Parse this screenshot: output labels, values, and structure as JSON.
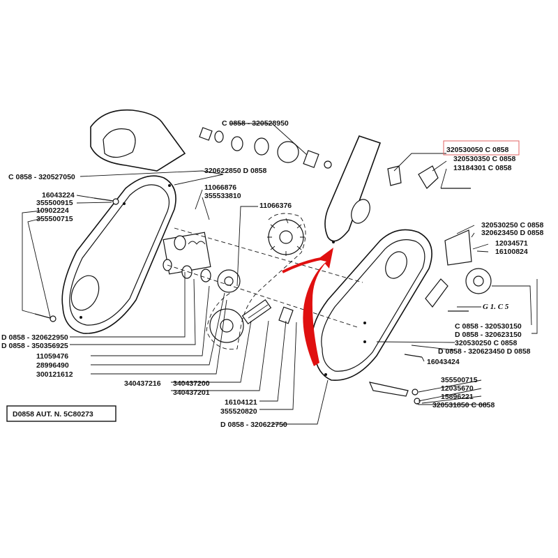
{
  "labels": [
    {
      "id": "l01",
      "text": "C 0858 - 320528950"
    },
    {
      "id": "l02",
      "text": "C 0858 - 320527050"
    },
    {
      "id": "l03",
      "text": "320622850 D 0858"
    },
    {
      "id": "l04",
      "text": "16043224"
    },
    {
      "id": "l05",
      "text": "355500915"
    },
    {
      "id": "l06",
      "text": "10902224"
    },
    {
      "id": "l07",
      "text": "355500715"
    },
    {
      "id": "l08",
      "text": "11066876"
    },
    {
      "id": "l09",
      "text": "355533810"
    },
    {
      "id": "l10",
      "text": "11066376"
    },
    {
      "id": "l11",
      "text": "320530050 C 0858"
    },
    {
      "id": "l12",
      "text": "320530350 C 0858"
    },
    {
      "id": "l13",
      "text": "13184301 C 0858"
    },
    {
      "id": "l14",
      "text": "320530250 C 0858"
    },
    {
      "id": "l15",
      "text": "320623450 D 0858"
    },
    {
      "id": "l16",
      "text": "12034571"
    },
    {
      "id": "l17",
      "text": "16100824"
    },
    {
      "id": "l18",
      "text": "G 1. C 5"
    },
    {
      "id": "l19",
      "text": "C 0858 - 320530150"
    },
    {
      "id": "l20",
      "text": "D 0858 - 320623150"
    },
    {
      "id": "l21",
      "text": "320530250 C 0858"
    },
    {
      "id": "l22",
      "text": "D 0858 - 320623450 D 0858"
    },
    {
      "id": "l23",
      "text": "16043424"
    },
    {
      "id": "l24",
      "text": "D 0858 - 320622950"
    },
    {
      "id": "l25",
      "text": "D 0858 - 350356925"
    },
    {
      "id": "l26",
      "text": "11059476"
    },
    {
      "id": "l27",
      "text": "28996490"
    },
    {
      "id": "l28",
      "text": "300121612"
    },
    {
      "id": "l29",
      "text": "340437216"
    },
    {
      "id": "l30",
      "text": "340437200"
    },
    {
      "id": "l31",
      "text": "340437201"
    },
    {
      "id": "l32",
      "text": "16104121"
    },
    {
      "id": "l33",
      "text": "355520820"
    },
    {
      "id": "l34",
      "text": "D 0858 - 320622750"
    },
    {
      "id": "l35",
      "text": "355500715"
    },
    {
      "id": "l36",
      "text": "12035670"
    },
    {
      "id": "l37",
      "text": "15896221"
    },
    {
      "id": "l38",
      "text": "320531850 C 0858"
    }
  ],
  "caption_box": "D0858 AUT. N. 5C80273",
  "colors": {
    "ink": "#111111",
    "highlight_box": "#e06060",
    "arrow": "#e01010"
  }
}
